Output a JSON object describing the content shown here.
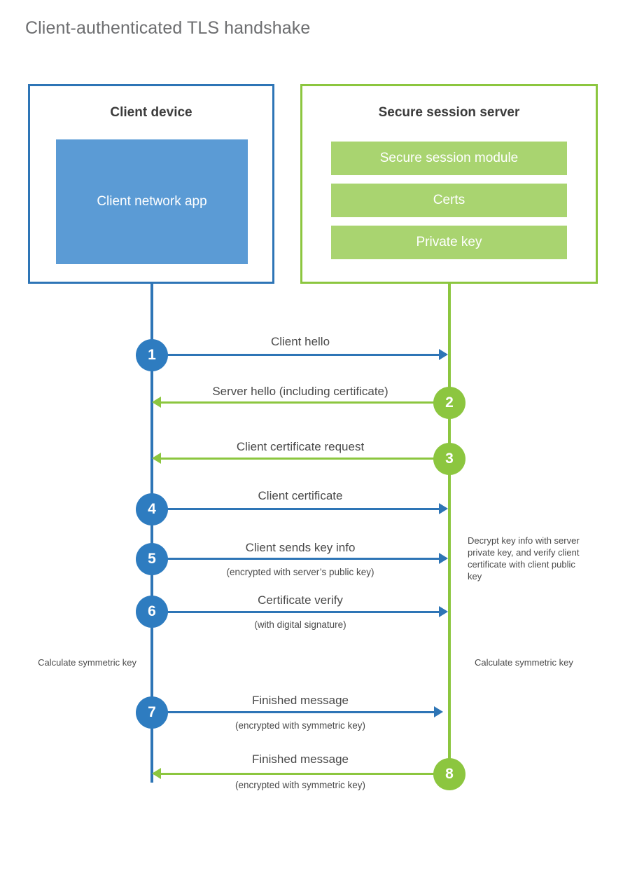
{
  "title": "Client-authenticated TLS handshake",
  "actors": {
    "client": {
      "title": "Client device",
      "app_label": "Client network app"
    },
    "server": {
      "title": "Secure session server",
      "components": [
        "Secure session module",
        "Certs",
        "Private key"
      ]
    }
  },
  "steps": [
    {
      "number": "1",
      "label": "Client hello",
      "sub": "",
      "direction": "client-to-server",
      "color": "#2e75b6"
    },
    {
      "number": "2",
      "label": "Server hello (including certificate)",
      "sub": "",
      "direction": "server-to-client",
      "color": "#8cc63f"
    },
    {
      "number": "3",
      "label": "Client certificate request",
      "sub": "",
      "direction": "server-to-client",
      "color": "#8cc63f"
    },
    {
      "number": "4",
      "label": "Client certificate",
      "sub": "",
      "direction": "client-to-server",
      "color": "#2e75b6"
    },
    {
      "number": "5",
      "label": "Client sends key info",
      "sub": "(encrypted with server’s public key)",
      "direction": "client-to-server",
      "color": "#2e75b6"
    },
    {
      "number": "6",
      "label": "Certificate verify",
      "sub": "(with digital signature)",
      "direction": "client-to-server",
      "color": "#2e75b6"
    },
    {
      "number": "7",
      "label": "Finished message",
      "sub": "(encrypted with symmetric key)",
      "direction": "client-to-server",
      "color": "#2e75b6"
    },
    {
      "number": "8",
      "label": "Finished message",
      "sub": "(encrypted with symmetric key)",
      "direction": "server-to-client",
      "color": "#8cc63f"
    }
  ],
  "notes": {
    "server_decrypt": "Decrypt key info with server private key, and verify client certificate with client public key",
    "client_calculate": "Calculate symmetric key",
    "server_calculate": "Calculate symmetric key"
  },
  "colors": {
    "client_border": "#2e75b6",
    "client_fill": "#5b9bd5",
    "server_border": "#8cc63f",
    "server_fill": "#a9d470",
    "title_text": "#6d6e70",
    "body_text": "#4a4a4a"
  }
}
